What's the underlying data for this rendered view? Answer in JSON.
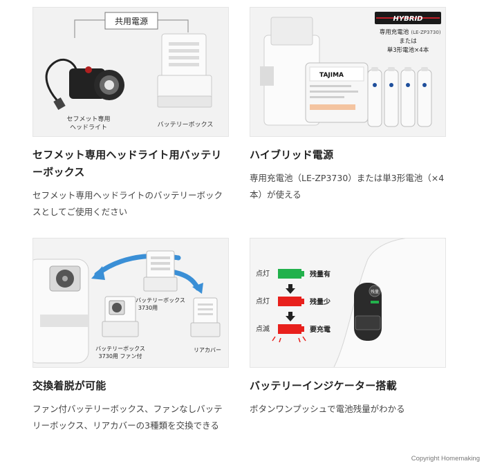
{
  "cards": [
    {
      "title": "セフメット専用ヘッドライト用バッテリーボックス",
      "description": "セフメット専用ヘッドライトのバッテリーボックスとしてご使用ください",
      "image": {
        "top_label": "共用電源",
        "label_headlight_1": "セフメット専用",
        "label_headlight_2": "ヘッドライト",
        "label_battery_box": "バッテリーボックス"
      }
    },
    {
      "title": "ハイブリッド電源",
      "description": "専用充電池（LE-ZP3730）または単3形電池（×4本）が使える",
      "image": {
        "badge": "HYBRID",
        "line1": "専用充電池",
        "line1_model": "(LE-ZP3730)",
        "line2": "または",
        "line3": "単3形電池×4本",
        "battery_brand": "TAJIMA"
      }
    },
    {
      "title": "交換着脱が可能",
      "description": "ファン付バッテリーボックス、ファンなしバッテリーボックス、リアカバーの3種類を交換できる",
      "image": {
        "label_box_3730_1": "バッテリーボックス",
        "label_box_3730_2": "3730用",
        "label_fan_box_1": "バッテリーボックス",
        "label_fan_box_2": "3730用 ファン付",
        "label_rear_cover": "リアカバー"
      }
    },
    {
      "title": "バッテリーインジケーター搭載",
      "description": "ボタンワンプッシュで電池残量がわかる",
      "image": {
        "rows": [
          {
            "state": "点灯",
            "meaning": "残量有",
            "color": "#22b14c"
          },
          {
            "state": "点灯",
            "meaning": "残量少",
            "color": "#e8201c"
          },
          {
            "state": "点滅",
            "meaning": "要充電",
            "color": "#e8201c"
          }
        ],
        "button_label": "残量"
      }
    }
  ],
  "copyright": "Copyright Homemaking"
}
